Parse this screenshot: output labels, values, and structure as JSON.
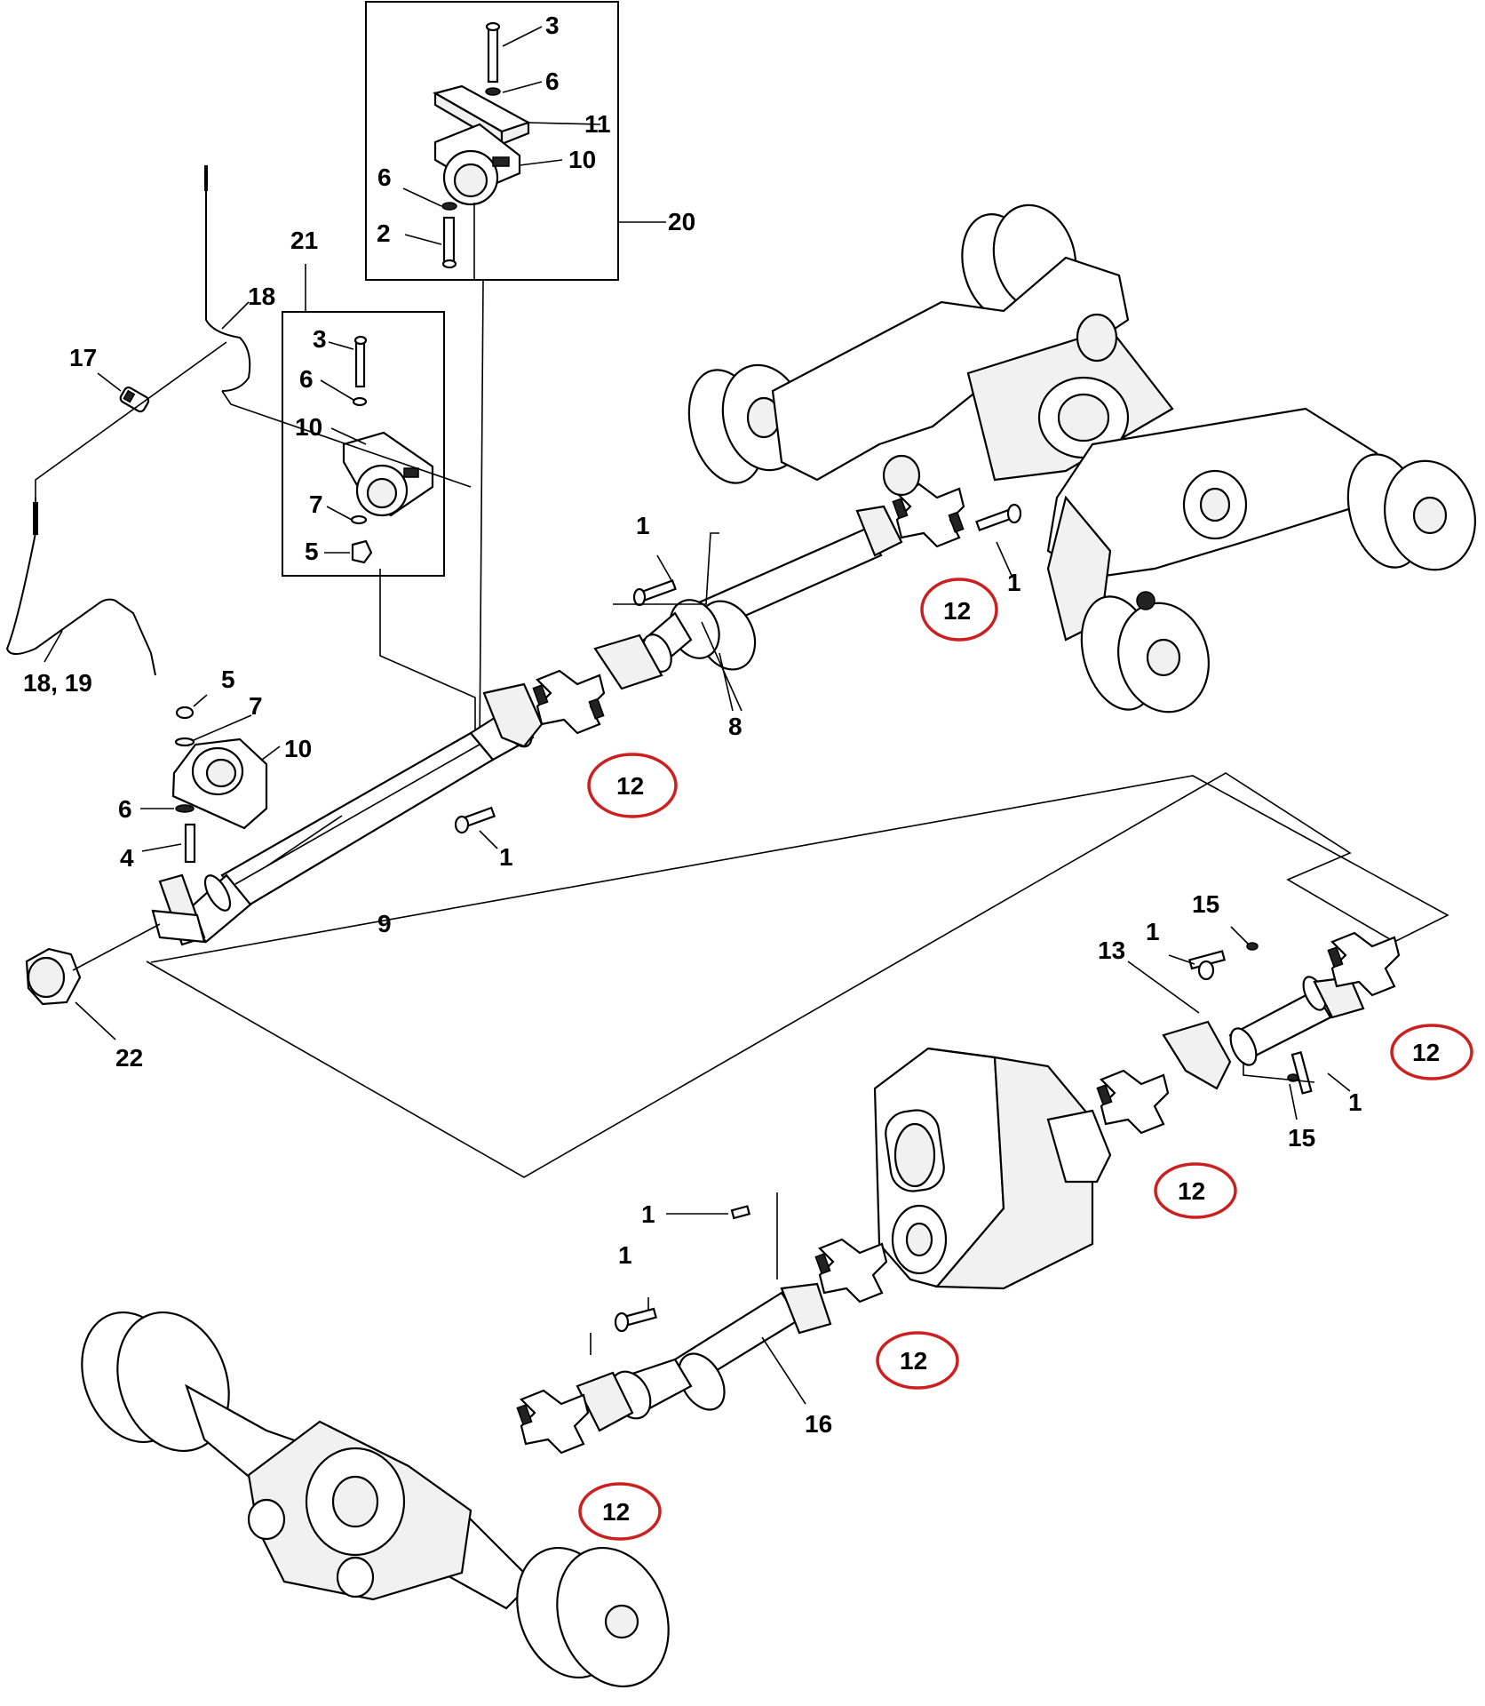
{
  "colors": {
    "highlight_circle": "#cc1f1f",
    "line": "#000000",
    "background": "#ffffff"
  },
  "callouts": {
    "c3a": "3",
    "c6a": "6",
    "c11": "11",
    "c10a": "10",
    "c6b": "6",
    "c2": "2",
    "c20": "20",
    "c21": "21",
    "c18": "18",
    "c17": "17",
    "c3b": "3",
    "c6c": "6",
    "c10b": "10",
    "c7a": "7",
    "c5a": "5",
    "c1a": "1",
    "c1b": "1",
    "c12a": "12",
    "c8": "8",
    "c1c": "1",
    "c12b": "12",
    "c1819": "18, 19",
    "c5b": "5",
    "c7b": "7",
    "c10c": "10",
    "c6d": "6",
    "c4": "4",
    "c9": "9",
    "c22": "22",
    "c15a": "15",
    "c1d": "1",
    "c13": "13",
    "c12c": "12",
    "c1e": "1",
    "c15b": "15",
    "c12d": "12",
    "c1f": "1",
    "c1g": "1",
    "c12e": "12",
    "c16": "16",
    "c12f": "12"
  }
}
